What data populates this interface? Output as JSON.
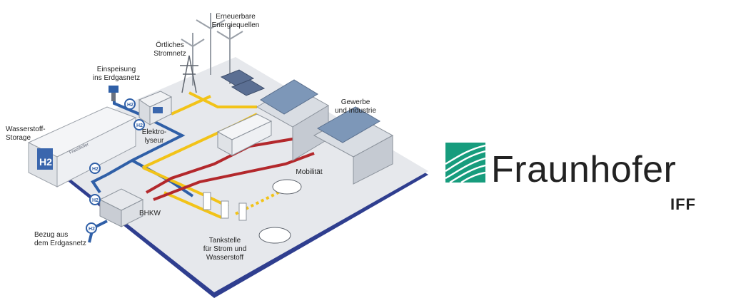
{
  "diagram": {
    "labels": {
      "renewables": "Erneuerbare\nEnergiequellen",
      "local_grid": "Örtliches\nStromnetz",
      "feed_in": "Einspeisung\nins Erdgasnetz",
      "storage": "Wasserstoff-\nStorage",
      "electrolyser": "Elektro-\nlyseur",
      "industry": "Gewerbe\nund Industrie",
      "mobility": "Mobilität",
      "chp": "BHKW",
      "gas_supply": "Bezug aus\ndem Erdgasnetz",
      "filling_station": "Tankstelle\nfür Strom und\nWasserstoff",
      "h2_big": "H2",
      "trailer_logo": "Fraunhofer",
      "h2_node": "H2"
    },
    "colors": {
      "platform_top": "#e6e8ec",
      "platform_edge": "#2f3e8f",
      "hydrogen_pipe": "#2f5fa7",
      "power_line": "#f2c318",
      "heat_pipe": "#b3282c",
      "building": "#cfd3d9",
      "roof_panel": "#7d97b8"
    }
  },
  "brand": {
    "name": "Fraunhofer",
    "unit": "IFF",
    "color": "#179c7d"
  }
}
